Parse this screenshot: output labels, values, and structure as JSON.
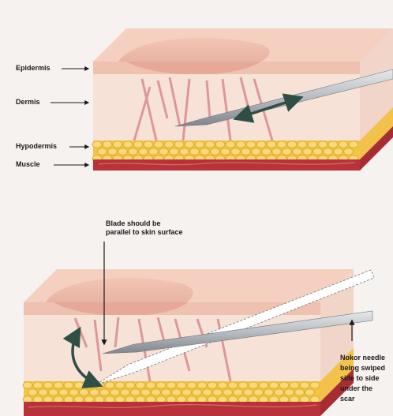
{
  "top_panel": {
    "labels": {
      "epidermis": "Epidermis",
      "dermis": "Dermis",
      "hypodermis": "Hypodermis",
      "muscle": "Muscle"
    }
  },
  "bottom_panel": {
    "labels": {
      "blade_note": "Blade should be\nparallel to skin surface",
      "needle_note": "Nokor needle\nbeing swiped\nside to side\nunder the\nscar"
    }
  },
  "colors": {
    "background": "#f6f2ef",
    "skin_top": "#f5cfc0",
    "skin_side": "#f0d5c8",
    "dermis": "#f7e2d8",
    "fat": "#f4c542",
    "muscle": "#b8323a",
    "fibers": "#d98b90",
    "needle": "#b8bcc2",
    "arrow": "#2f4f45"
  },
  "icons": {
    "needle": "needle-icon",
    "double_arrow": "double-arrow-icon",
    "curved_arrow": "curved-double-arrow-icon",
    "pointer_arrow": "pointer-arrow-icon"
  }
}
